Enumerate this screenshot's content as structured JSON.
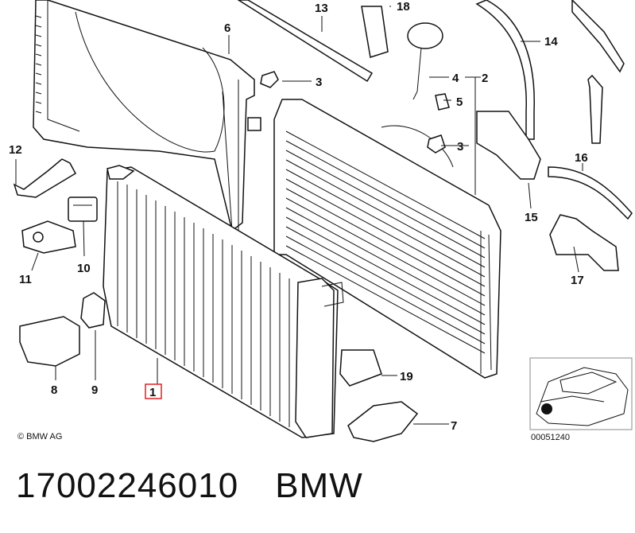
{
  "diagram": {
    "labels": {
      "p1": "1",
      "p2": "2",
      "p3a": "3",
      "p3b": "3",
      "p4": "4",
      "p5": "5",
      "p6": "6",
      "p7": "7",
      "p8": "8",
      "p9": "9",
      "p10": "10",
      "p11": "11",
      "p12": "12",
      "p13": "13",
      "p14": "14",
      "p15": "15",
      "p16": "16",
      "p17": "17",
      "p18": "18",
      "p19": "19"
    },
    "copyright": "© BMW AG",
    "image_code": "00051240",
    "highlight_color": "#e02020"
  },
  "caption": {
    "part_number": "17002246010",
    "brand": "BMW"
  }
}
